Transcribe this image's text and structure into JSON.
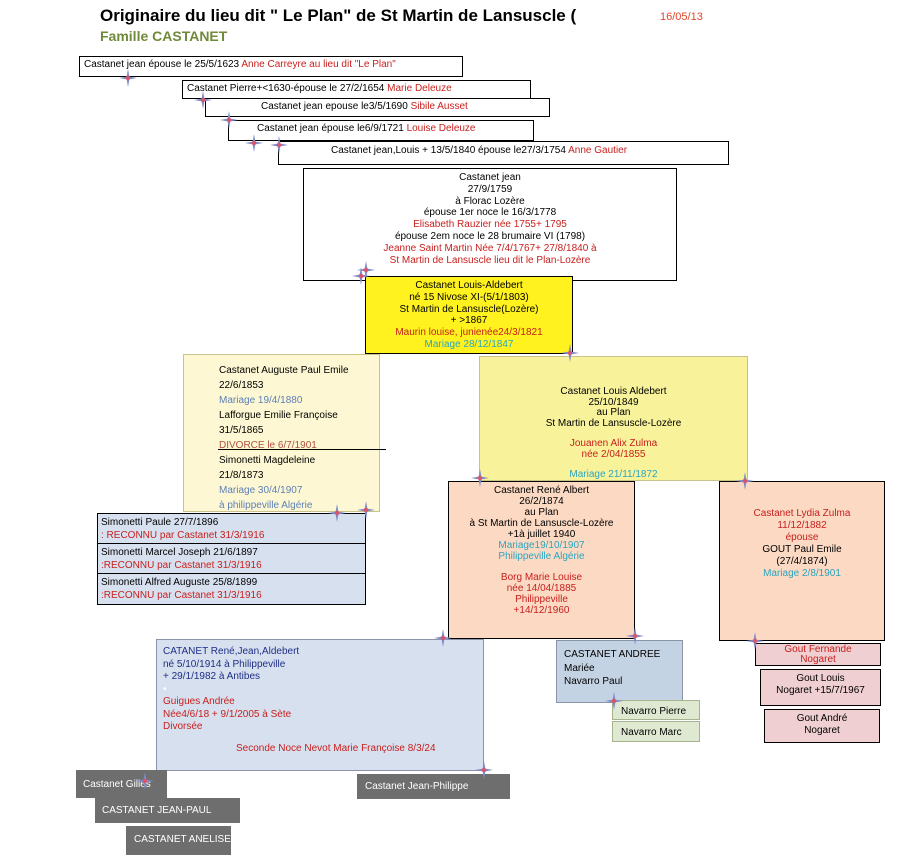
{
  "header": {
    "title": "Originaire du lieu dit \" Le Plan\" de St Martin de Lansuscle (",
    "date": "16/05/13",
    "subtitle": "Famille CASTANET"
  },
  "gen1": {
    "text": "Castanet jean épouse le 25/5/1623 ",
    "spouse": "Anne Carreyre au lieu  dit \"Le Plan\""
  },
  "gen2": {
    "text": "Castanet Pierre+<1630-épouse le 27/2/1654 ",
    "spouse": "Marie Deleuze"
  },
  "gen3": {
    "text": "Castanet jean epouse le3/5/1690 ",
    "spouse": "Sibile Ausset"
  },
  "gen4": {
    "text": "Castanet jean épouse le6/9/1721 ",
    "spouse": "Louise Deleuze"
  },
  "gen5": {
    "text": "Castanet jean,Louis + 13/5/1840 épouse le27/3/1754 ",
    "spouse": "Anne Gautier"
  },
  "gen6": {
    "l1": "Castanet jean",
    "l2": "27/9/1759",
    "l3": "à Florac Lozère",
    "l4": "épouse 1er noce le 16/3/1778",
    "l5": "Elisabeth Rauzier née 1755+ 1795",
    "l6": "épouse 2em noce le 28 brumaire VI (1798)",
    "l7": "Jeanne Saint Martin Née 7/4/1767+ 27/8/1840 à",
    "l8": "St Martin de Lansuscle   lieu dit le Plan-Lozère"
  },
  "gen7": {
    "l1": "Castanet Louis-Aldebert",
    "l2": "né 15 Nivose XI-(5/1/1803)",
    "l3": "St Martin de Lansuscle(Lozère)",
    "l4": "+ >1867",
    "l5": "Maurin louise, junienée24/3/1821",
    "l6": "Mariage 28/12/1847"
  },
  "auguste": {
    "l1": "Castanet Auguste Paul Emile",
    "l2": "22/6/1853",
    "l3": "Mariage 19/4/1880",
    "l4": "Lafforgue Emilie Françoise",
    "l5": "31/5/1865",
    "l6": "DIVORCE le 6/7/1901",
    "l7": "Simonetti Magdeleine",
    "l8": "21/8/1873",
    "l9": "Mariage 30/4/1907",
    "l10": "à philippeville Algérie"
  },
  "simonetti": [
    {
      "name": "Simonetti Paule 27/7/1896",
      "note": ": RECONNU  par Castanet 31/3/1916"
    },
    {
      "name": "Simonetti Marcel Joseph  21/6/1897",
      "note": ":RECONNU par Castanet 31/3/1916"
    },
    {
      "name": "Simonetti Alfred Auguste 25/8/1899",
      "note": ":RECONNU par Castanet 31/3/1916"
    }
  ],
  "louis1849": {
    "l1": "Castanet Louis  Aldebert",
    "l2": "25/10/1849",
    "l3": "au Plan",
    "l4": "St Martin de Lansuscle-Lozère",
    "l5": "Jouanen Alix Zulma",
    "l6": "née 2/04/1855",
    "l7": "Mariage 21/11/1872"
  },
  "rene1874": {
    "l1": "Castanet René  Albert",
    "l2": "26/2/1874",
    "l3": "au Plan",
    "l4": "à St Martin de Lansuscle-Lozère",
    "l5": "+1à juillet 1940",
    "l6": "Mariage19/10/1907",
    "l7": "Philippeville Algérie",
    "l8": "Borg Marie Louise",
    "l9": "née 14/04/1885",
    "l10": "Philippeville",
    "l11": "+14/12/1960"
  },
  "lydia": {
    "l1": "Castanet Lydia Zulma",
    "l2": "11/12/1882",
    "l3": "épouse",
    "l4": "GOUT Paul Emile",
    "l5": "(27/4/1874)",
    "l6": "Mariage 2/8/1901"
  },
  "rene1914": {
    "l1": "CATANET René,Jean,Aldebert",
    "l2": "né 5/10/1914 à Philippeville",
    "l3": "+ 29/1/1982 à Antibes",
    "l4": "•",
    "l5": "Guigues Andrée",
    "l6": "Née4/6/18  + 9/1/2005 à Sète",
    "l7": "Divorsée",
    "l8": "Seconde Noce  Nevot Marie Françoise 8/3/24"
  },
  "andree": {
    "l1": "CASTANET ANDREE",
    "l2": "Mariée",
    "l3": "Navarro Paul"
  },
  "navarro": {
    "pierre": "Navarro Pierre",
    "marc": "Navarro Marc"
  },
  "gout": {
    "fernande1": "Gout Fernande",
    "fernande2": "Nogaret",
    "louis1": "Gout Louis",
    "louis2": "Nogaret  +15/7/1967",
    "andre1": "Gout André",
    "andre2": "Nogaret"
  },
  "grey": {
    "gilles": "Castanet Gilles",
    "jeanpaul": "CASTANET JEAN-PAUL",
    "anelise": "CASTANET ANELISE",
    "jeanphilippe": "Castanet Jean-Philippe"
  },
  "colors": {
    "red": "#c8201e",
    "teal": "#2ba5c0",
    "yellow": "#fff21e",
    "paleYellow": "#fdf8d3",
    "lightYellow": "#f8f39a",
    "peach": "#fbd9c3",
    "pink": "#efcfd1",
    "lightBlue": "#d7e0ef",
    "grey": "#6e6e6e",
    "sage": "#dfe9d2",
    "starColor": "#7f8ccb"
  }
}
